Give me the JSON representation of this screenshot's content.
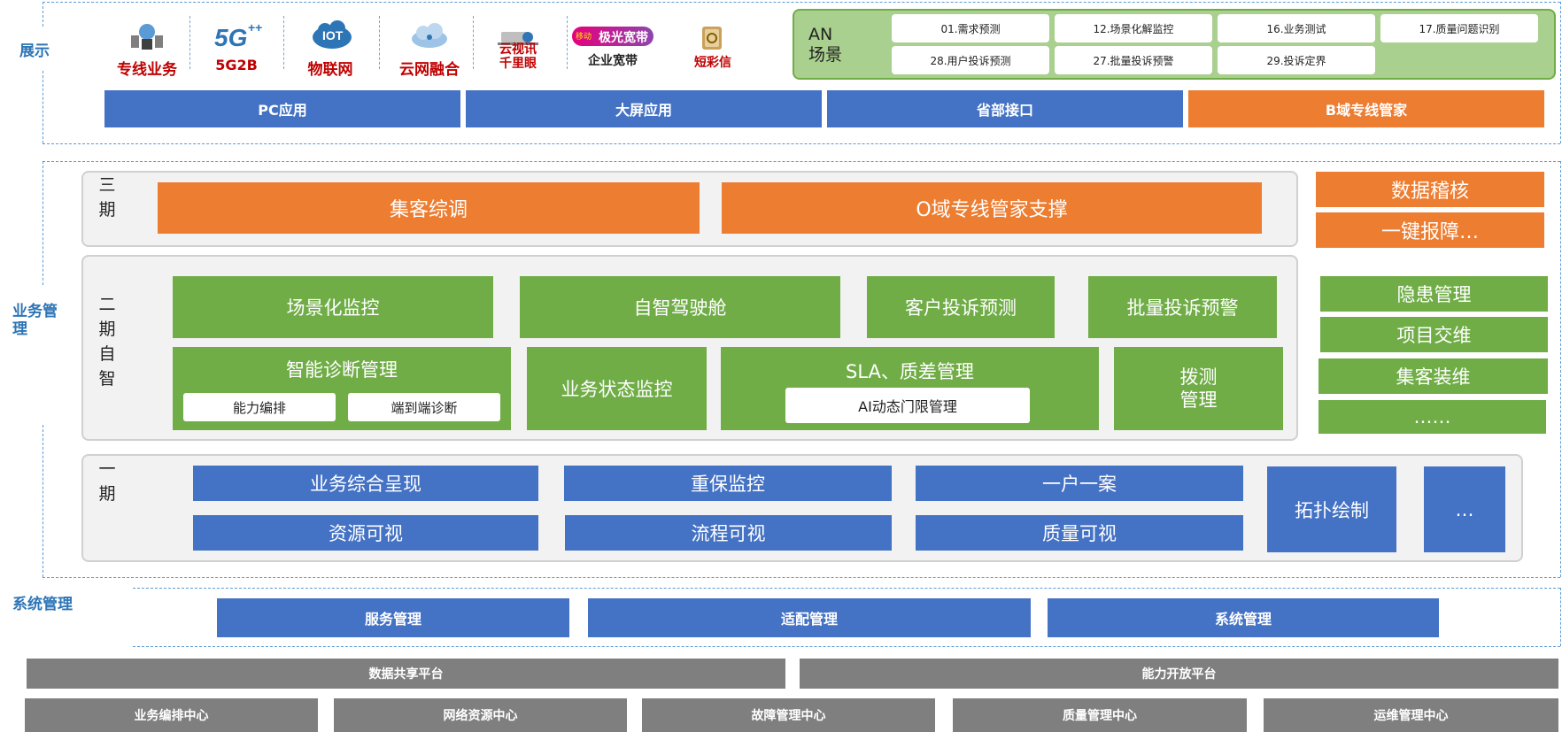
{
  "layers": {
    "display": "展示",
    "business": "业务管理",
    "system": "系统管理"
  },
  "display": {
    "icons": [
      {
        "label": "专线业务",
        "icon": "server-cluster-icon"
      },
      {
        "label": "5G2B",
        "icon": "5g-plus-icon"
      },
      {
        "label": "物联网",
        "icon": "iot-cloud-icon"
      },
      {
        "label": "云网融合",
        "icon": "cloud-network-icon"
      },
      {
        "label": "云视讯\n千里眼",
        "icon": "camera-icon"
      },
      {
        "label": "企业宽带",
        "icon": "broadband-logo-icon"
      },
      {
        "label": "短彩信",
        "icon": "message-book-icon"
      }
    ],
    "broadband_logo_small": "移动",
    "broadband_logo_text": "极光宽带",
    "iot_badge": "IOT",
    "an": {
      "title": "AN\n场景",
      "items": [
        "01.需求预测",
        "12.场景化解监控",
        "16.业务测试",
        "17.质量问题识别",
        "28.用户投诉预测",
        "27.批量投诉预警",
        "29.投诉定界"
      ]
    },
    "apps": [
      "PC应用",
      "大屏应用",
      "省部接口",
      "B域专线管家"
    ]
  },
  "phase3": {
    "label": "三\n期",
    "items": [
      "集客综调",
      "O域专线管家支撑"
    ],
    "side": [
      "数据稽核",
      "一键报障…"
    ]
  },
  "phase2": {
    "label": "二\n期\n自\n智",
    "row1": [
      "场景化监控",
      "自智驾驶舱",
      "客户投诉预测",
      "批量投诉预警"
    ],
    "diag": {
      "title": "智能诊断管理",
      "subs": [
        "能力编排",
        "端到端诊断"
      ]
    },
    "status": "业务状态监控",
    "sla": {
      "title": "SLA、质差管理",
      "sub": "AI动态门限管理"
    },
    "dial": "拨测\n管理",
    "side": [
      "隐患管理",
      "项目交维",
      "集客装维",
      "……"
    ]
  },
  "phase1": {
    "label": "一\n期",
    "cells": [
      "业务综合呈现",
      "重保监控",
      "一户一案",
      "资源可视",
      "流程可视",
      "质量可视"
    ],
    "topo": "拓扑绘制",
    "more": "…"
  },
  "system": [
    "服务管理",
    "适配管理",
    "系统管理"
  ],
  "platforms": [
    "数据共享平台",
    "能力开放平台"
  ],
  "centers": [
    "业务编排中心",
    "网络资源中心",
    "故障管理中心",
    "质量管理中心",
    "运维管理中心"
  ]
}
